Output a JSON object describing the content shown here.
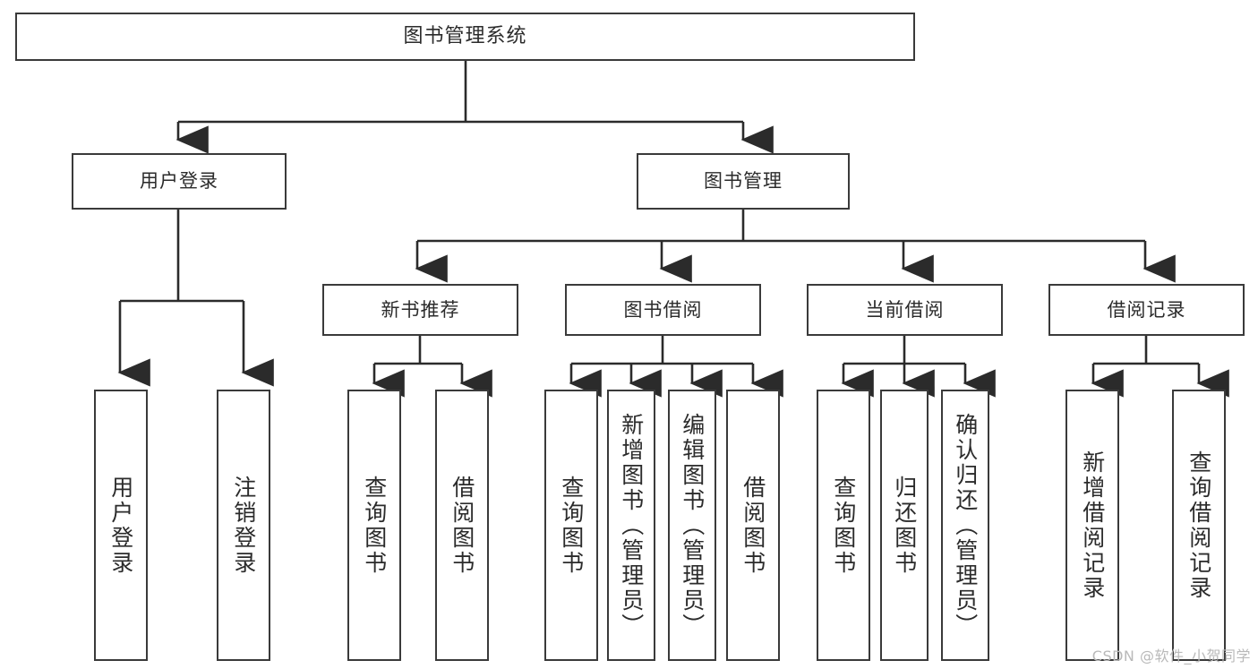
{
  "diagram": {
    "title": "图书管理系统",
    "type": "hierarchy-tree",
    "watermark": "CSDN @软件_小贺同学",
    "colors": {
      "background": "#ffffff",
      "box_border": "#3a3a3a",
      "box_fill": "#ffffff",
      "text": "#2b2b2b",
      "connector": "#2b2b2b",
      "watermark": "#b9b9b9"
    },
    "levels": {
      "root": {
        "label": "图书管理系统"
      },
      "level2": [
        {
          "label": "用户登录"
        },
        {
          "label": "图书管理"
        }
      ],
      "level3": [
        {
          "label": "新书推荐"
        },
        {
          "label": "图书借阅"
        },
        {
          "label": "当前借阅"
        },
        {
          "label": "借阅记录"
        }
      ],
      "leaves": [
        {
          "label": "用户登录",
          "parent": "用户登录"
        },
        {
          "label": "注销登录",
          "parent": "用户登录"
        },
        {
          "label": "查询图书",
          "parent": "新书推荐"
        },
        {
          "label": "借阅图书",
          "parent": "新书推荐"
        },
        {
          "label": "查询图书",
          "parent": "图书借阅"
        },
        {
          "label": "新增图书（管理员）",
          "parent": "图书借阅"
        },
        {
          "label": "编辑图书（管理员）",
          "parent": "图书借阅"
        },
        {
          "label": "借阅图书",
          "parent": "图书借阅"
        },
        {
          "label": "查询图书",
          "parent": "当前借阅"
        },
        {
          "label": "归还图书",
          "parent": "当前借阅"
        },
        {
          "label": "确认归还（管理员）",
          "parent": "当前借阅"
        },
        {
          "label": "新增借阅记录",
          "parent": "借阅记录"
        },
        {
          "label": "查询借阅记录",
          "parent": "借阅记录"
        }
      ]
    }
  }
}
